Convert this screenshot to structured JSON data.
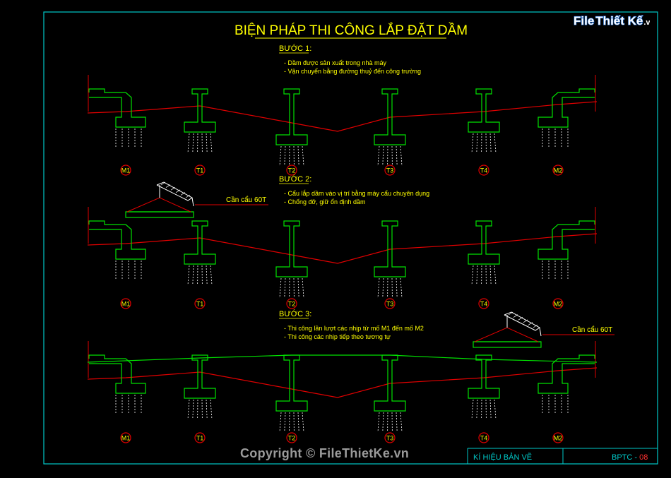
{
  "title": "BIỆN PHÁP THI CÔNG LẮP ĐẶT DẦM",
  "steps": [
    {
      "heading": "BƯỚC 1:",
      "notes": [
        "- Dầm được sản xuất trong nhà máy",
        "- Vận chuyển bằng đường thuỷ đến công trường"
      ],
      "pier_labels": [
        "M1",
        "T1",
        "T2",
        "T3",
        "T4",
        "M2"
      ]
    },
    {
      "heading": "BƯỚC 2:",
      "notes": [
        "- Cẩu lắp dầm vào vị trí bằng máy cẩu chuyên dụng",
        "- Chống đỡ, giữ ổn định dầm"
      ],
      "pier_labels": [
        "M1",
        "T1",
        "T2",
        "T3",
        "T4",
        "M2"
      ]
    },
    {
      "heading": "BƯỚC 3:",
      "notes": [
        "- Thi công lần lượt các nhịp từ mố M1 đến mố M2",
        "- Thi công các nhịp tiếp theo tương tự"
      ],
      "pier_labels": [
        "M1",
        "T1",
        "T2",
        "T3",
        "T4",
        "M2"
      ]
    }
  ],
  "crane_labels": [
    "Cần cẩu 60T",
    "Cần cẩu 60T"
  ],
  "title_block": {
    "legend_label": "KÍ HIỆU BẢN VẼ",
    "code_prefix": "BPTC - ",
    "code_number": "08"
  },
  "logo": {
    "part1": "File",
    "part2": "Thiết Kế",
    "part3": ".vn"
  },
  "copyright": "Copyright © FileThietKe.vn",
  "colors": {
    "background": "#000000",
    "frame": "#00c8c8",
    "structure": "#00e000",
    "ground": "#e00000",
    "piles": "#ffffff",
    "text": "#ffff00",
    "title_block_text": "#00c8c8",
    "sheet_number": "#ff3030"
  }
}
